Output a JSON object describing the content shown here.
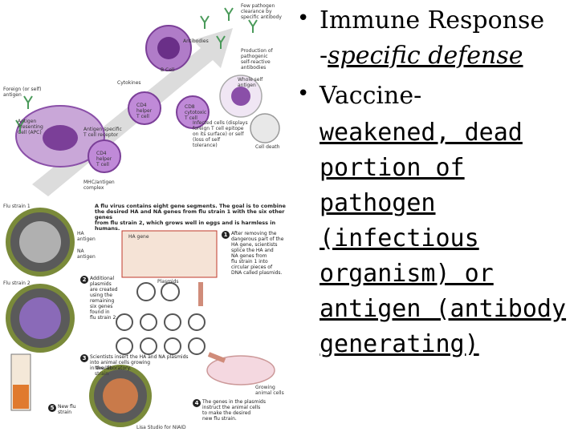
{
  "slide": {
    "bullets": [
      {
        "lines": [
          {
            "text": "Immune Response",
            "style": "serif"
          },
          {
            "prefix": "-",
            "text": "specific defense",
            "style": "underline-italic"
          }
        ]
      },
      {
        "lines": [
          {
            "text": "Vaccine-",
            "style": "serif"
          },
          {
            "text": "weakened, dead",
            "style": "underline-italic"
          },
          {
            "text": "portion of",
            "style": "underline"
          },
          {
            "text": "pathogen",
            "style": "underline"
          },
          {
            "text": "(infectious",
            "style": "underline"
          },
          {
            "text": "organism) or",
            "style": "underline"
          },
          {
            "text": "antigen (antibody",
            "style": "underline"
          },
          {
            "text": "generating)",
            "style": "underline"
          }
        ]
      }
    ]
  },
  "figure_top": {
    "labels": {
      "fast_pathogen": "Few pathogen\nclearance by\nspecific antibody",
      "antibodies": "Antibodies",
      "production": "Production of\npathogenic\nself-reactive\nantibodies",
      "b_cell": "B Cell",
      "cytokines": "Cytokines",
      "foreign": "Foreign (or self)\nantigen",
      "apc": "Antigen\nPresenting\nCell (APC)",
      "cd8": "CD8\ncytotoxic\nT cell",
      "cd4": "CD4\nhelper\nT cell",
      "whole_cell": "Whole self\nantigen",
      "tcr": "Antigen specific\nT cell receptor",
      "infected": "Infected cells (displays\nforeign T cell epitope\non its surface) or self\n(loss of self\ntolerance)",
      "cell_death": "Cell death",
      "cd4b": "CD4\nhelper\nT cell",
      "mhc": "MHC/antigen\ncomplex"
    }
  },
  "figure_bottom": {
    "header": "A flu virus contains eight gene segments. The goal is to combine\nthe desired HA and NA genes from flu strain 1 with the six other genes\nfrom flu strain 2, which grows well in eggs and is harmless in humans.",
    "strain1": "Flu strain 1",
    "strain2": "Flu strain 2",
    "ha_antigen": "HA\nantigen",
    "na_antigen": "NA\nantigen",
    "ha_gene": "HA gene",
    "plasmids": "Plasmids",
    "step1": "After removing the\ndangerous part of the\nHA gene, scientists\nsplice the HA and\nNA genes from\nflu strain 1 into\ncircular pieces of\nDNA called plasmids.",
    "step2": "Additional\nplasmids\nare created\nusing the\nremaining\nsix genes\nfound in\nflu strain 2.",
    "step3": "Scientists insert the HA and NA plasmids\ninto animal cells growing in the laboratory.",
    "step3_full": "Scientists insert the HA and NA plasmids\ninto animal cells growing\nin the laboratory.",
    "new_flu": "New flu\nstrain",
    "growing": "Growing\nanimal cells",
    "step4": "The genes in the plasmids\ninstruct the animal cells\nto make the desired\nnew flu strain.",
    "step5": "New flu\nstrain",
    "credit": "Lisa Studio for NIAID",
    "num1": "1",
    "num2": "2",
    "num3": "3",
    "num4": "4",
    "num5": "5"
  },
  "colors": {
    "purple": "#8a4fa8",
    "light_purple": "#c9a7d8",
    "arrow_grey": "#c7c7c7",
    "green": "#4a9a5a",
    "orange": "#e07a2e",
    "red": "#c0392b",
    "blue": "#3a5aa8"
  }
}
